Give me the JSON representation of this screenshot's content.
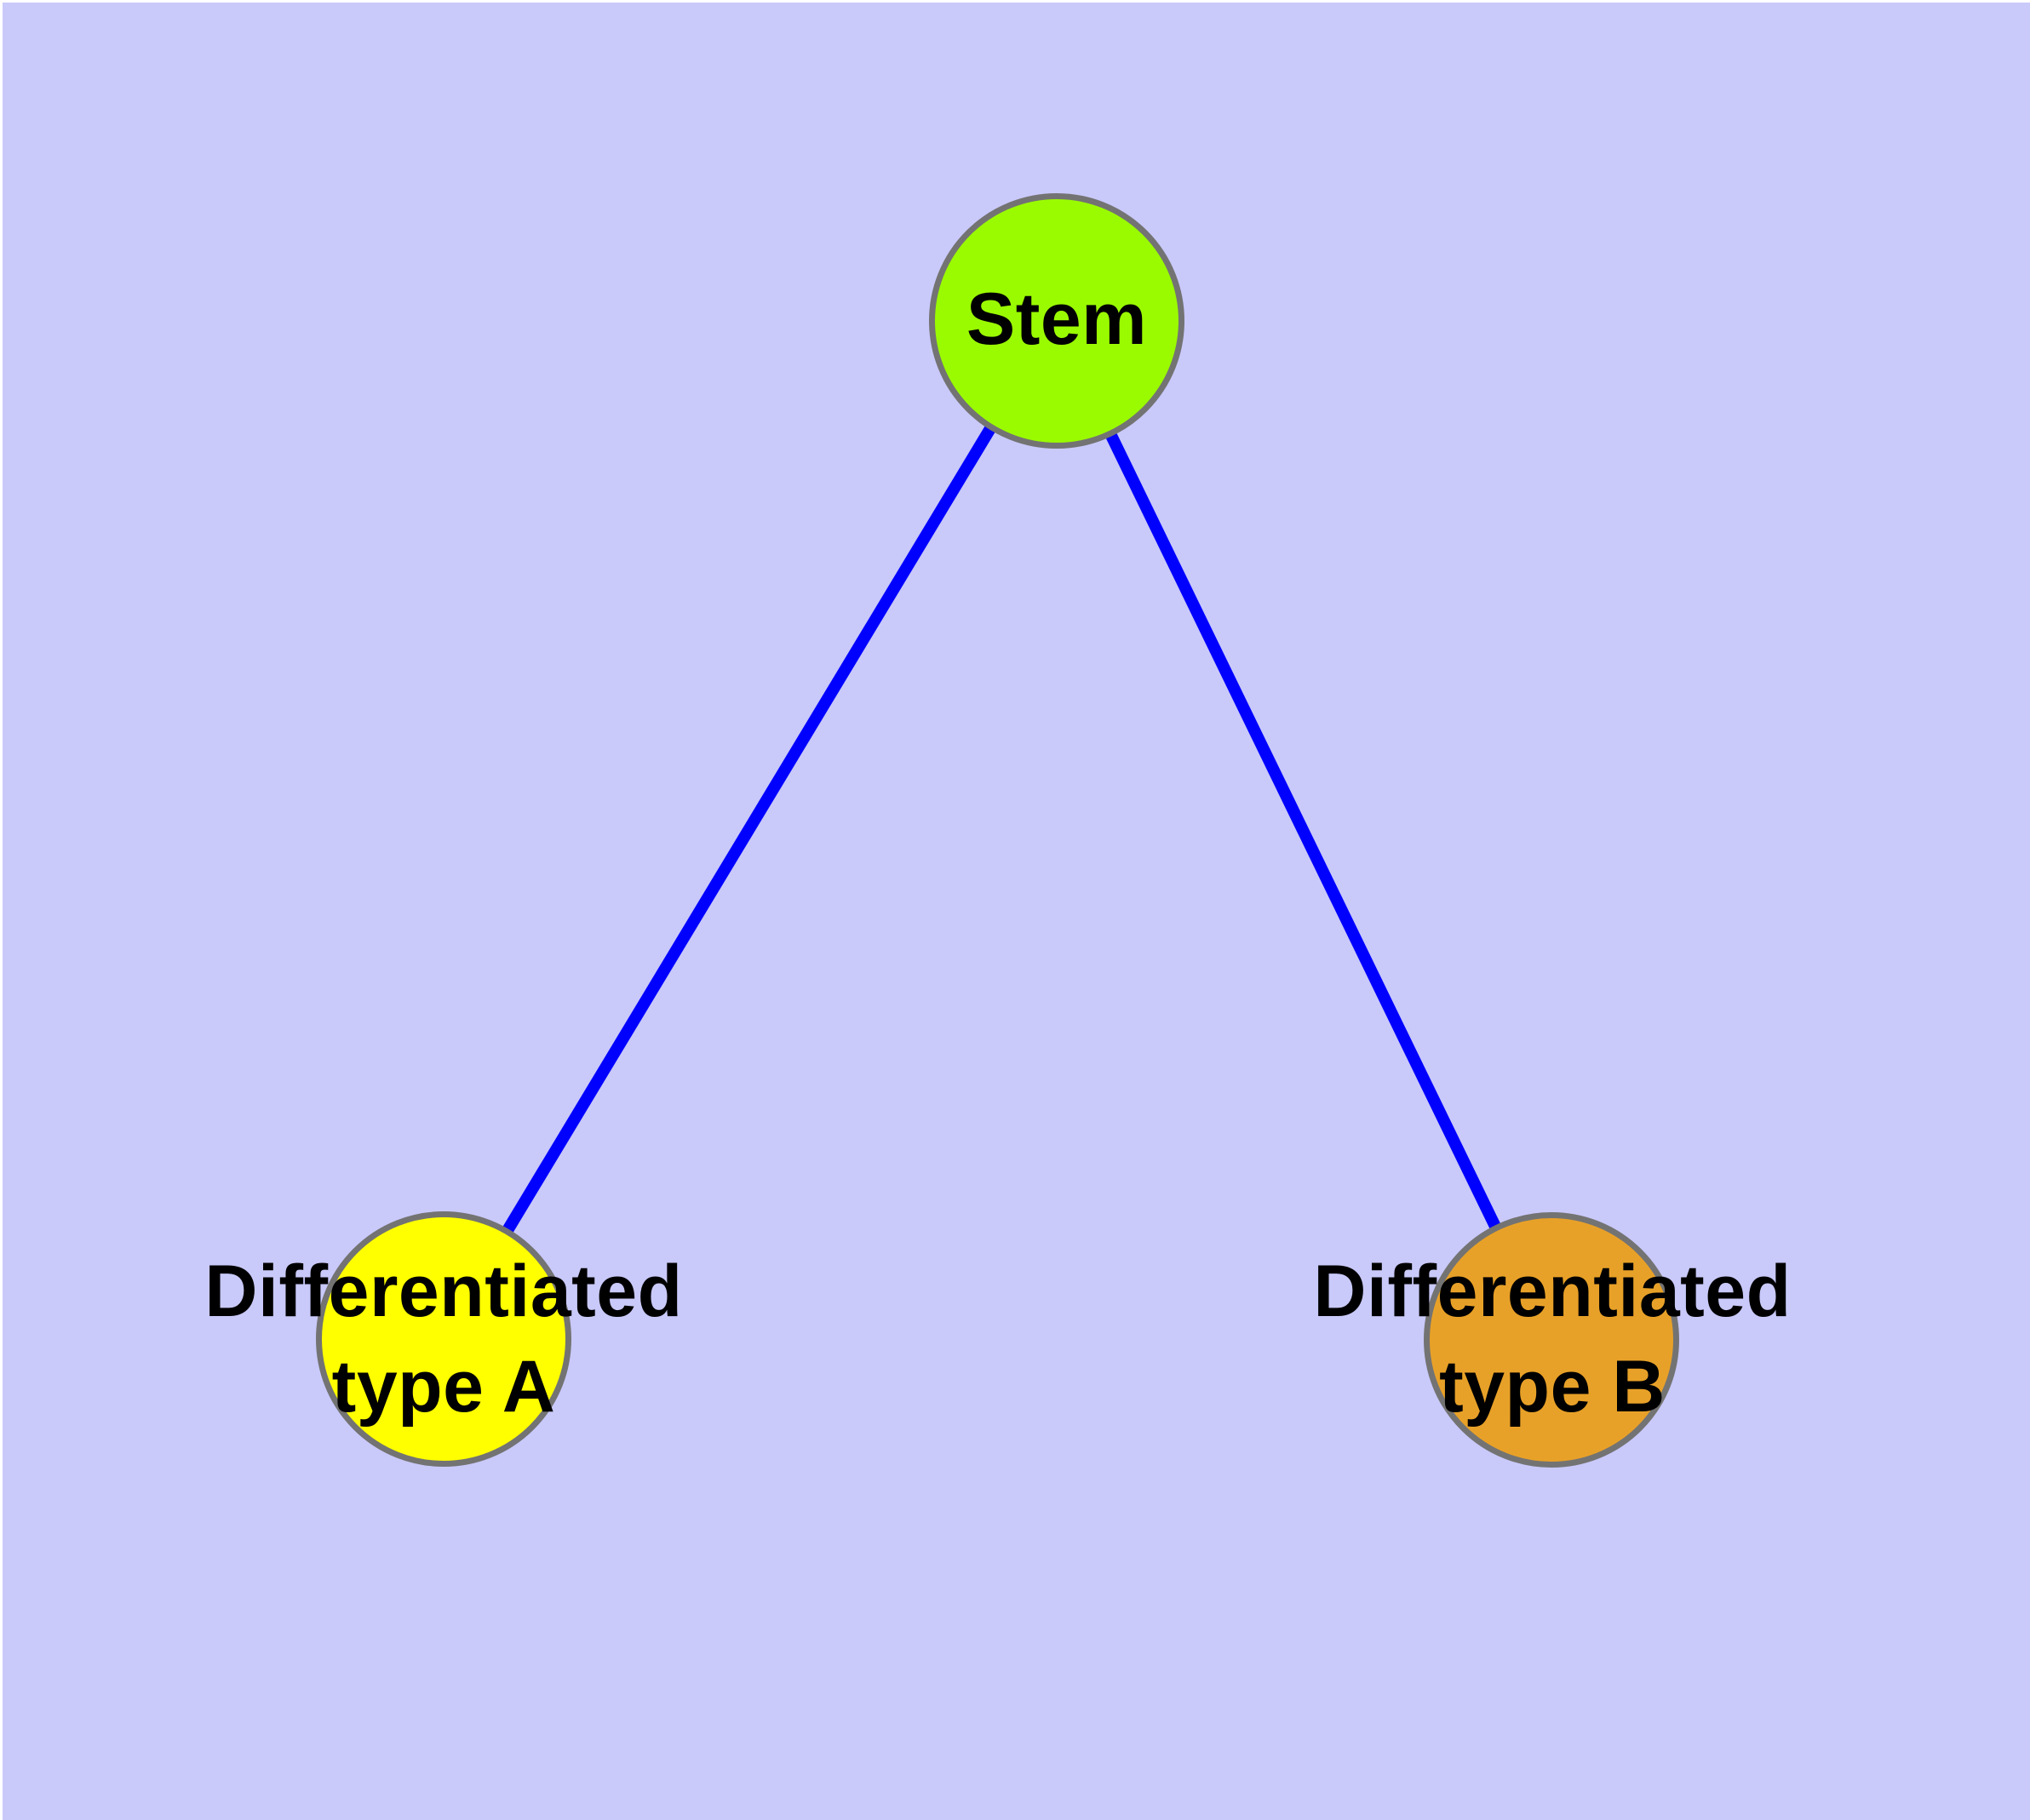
{
  "diagram": {
    "type": "node-link-graph",
    "background_color": "#C9C9FA",
    "node_border_color": "#737373",
    "edge_color": "#0000FF",
    "nodes": [
      {
        "id": "stem",
        "label": "Stem",
        "fill_color": "#9AFB00",
        "border_color": "#737373"
      },
      {
        "id": "differentiated-type-a",
        "label": "Differentiated\ntype A",
        "fill_color": "#FFFF00",
        "border_color": "#737373"
      },
      {
        "id": "differentiated-type-b",
        "label": "Differentiated\ntype B",
        "fill_color": "#E8A128",
        "border_color": "#737373"
      }
    ],
    "edges": [
      {
        "from": "stem",
        "to": "differentiated-type-a",
        "color": "#0000FF"
      },
      {
        "from": "stem",
        "to": "differentiated-type-b",
        "color": "#0000FF"
      }
    ]
  }
}
